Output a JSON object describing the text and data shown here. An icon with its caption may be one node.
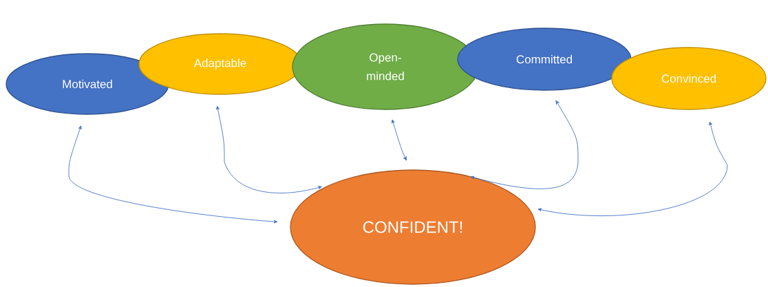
{
  "diagram": {
    "nodes": [
      {
        "text": [
          "Motivated"
        ]
      },
      {
        "text": [
          "Adaptable"
        ]
      },
      {
        "text": [
          "Open-minded"
        ]
      },
      {
        "text": [
          "Committed"
        ]
      },
      {
        "text": [
          "Convinced"
        ]
      },
      {
        "text": [
          "CONFIDENT!"
        ]
      }
    ],
    "edges": [
      {
        "from": 0,
        "to": 5,
        "arrow": "both"
      },
      {
        "from": 1,
        "to": 5,
        "arrow": "both"
      },
      {
        "from": 2,
        "to": 5,
        "arrow": "both"
      },
      {
        "from": 3,
        "to": 5,
        "arrow": "both"
      },
      {
        "from": 4,
        "to": 5,
        "arrow": "both"
      }
    ]
  }
}
